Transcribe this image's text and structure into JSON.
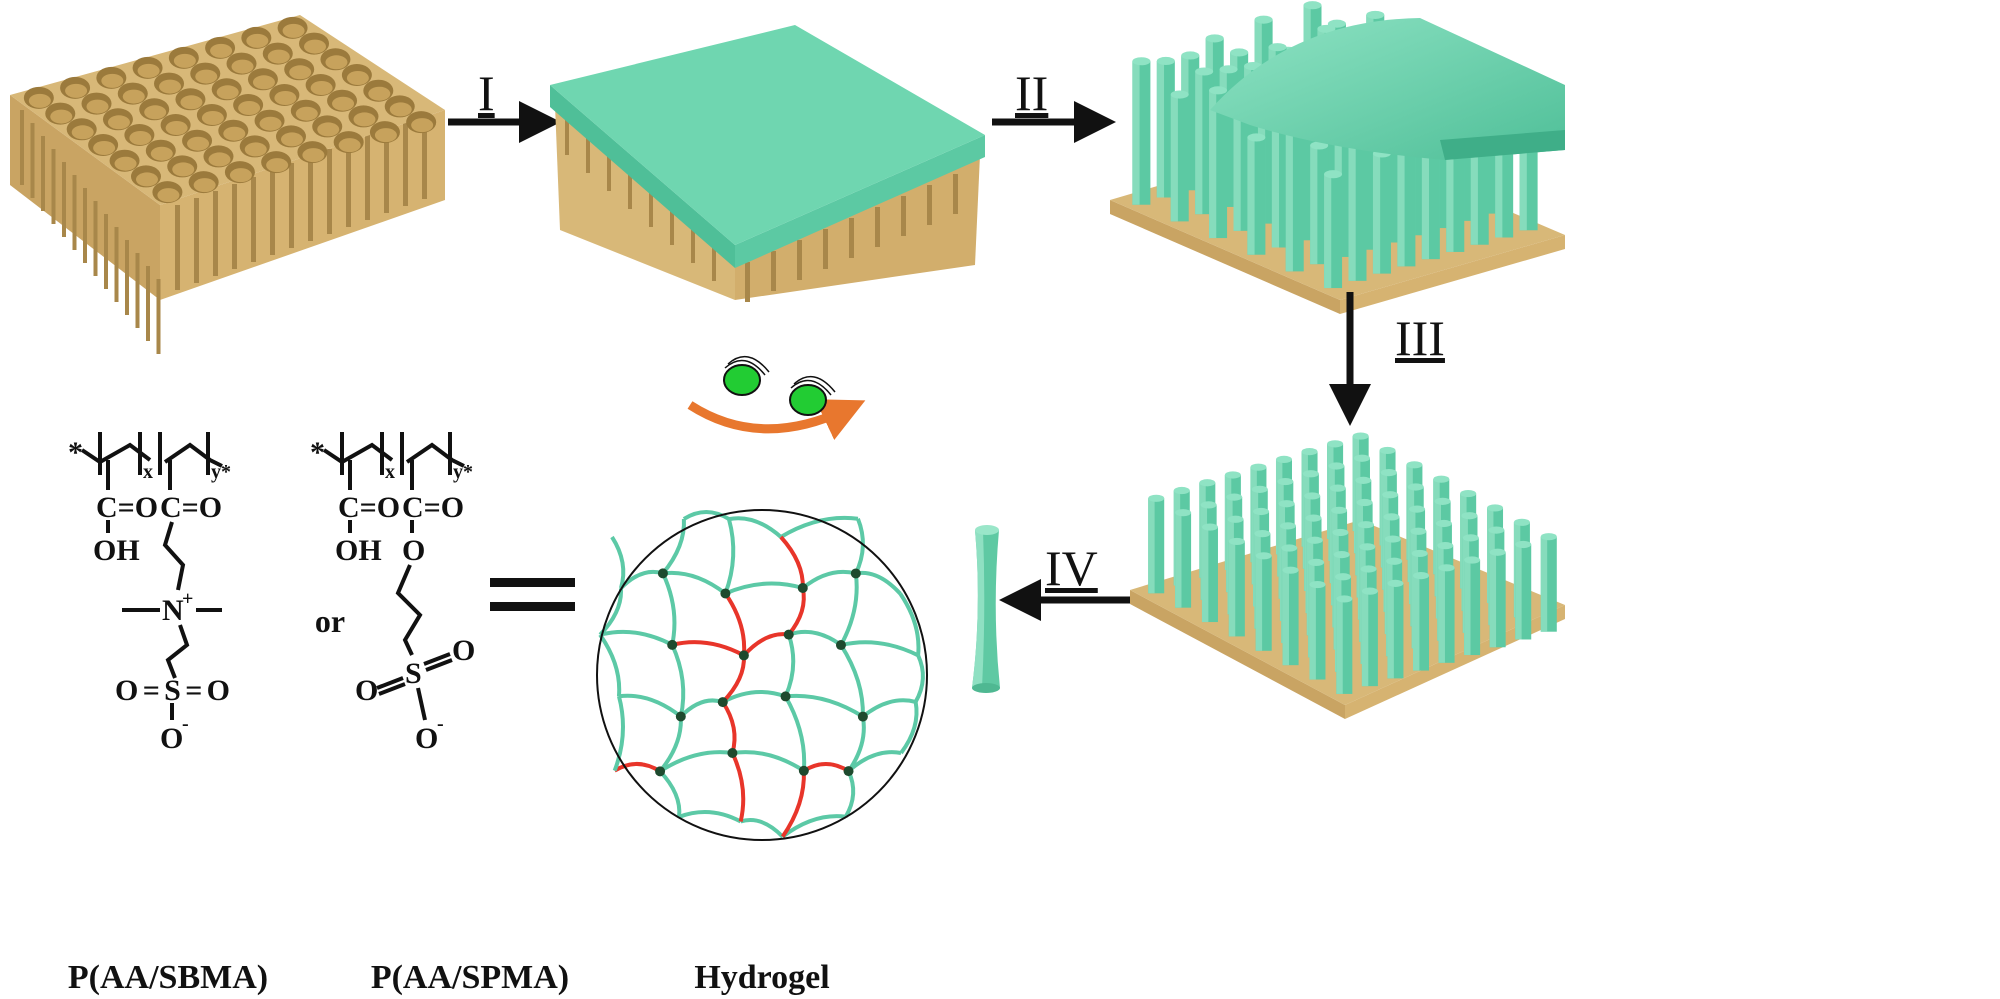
{
  "steps": [
    {
      "label": "I"
    },
    {
      "label": "II"
    },
    {
      "label": "III"
    },
    {
      "label": "IV"
    }
  ],
  "structures": {
    "sbma": {
      "name": "P(AA/SBMA)",
      "star_left": "*",
      "x": "x",
      "y_star": "y*",
      "co1": "C=O",
      "oh": "OH",
      "co2": "C=O",
      "n": "N",
      "plus": "+",
      "so3": "O=S=O",
      "o_minus": "O",
      "minus": "-"
    },
    "or_label": "or",
    "spma": {
      "name": "P(AA/SPMA)",
      "star_left": "*",
      "x": "x",
      "y_star": "y*",
      "co1": "C=O",
      "oh": "OH",
      "co2": "C=O",
      "o": "O",
      "s": "S",
      "o_left": "O",
      "o_right": "O",
      "o_minus": "O",
      "minus": "-"
    }
  },
  "hydrogel_label": "Hydrogel",
  "colors": {
    "template_tan": "#d8b878",
    "polymer_green": "#6fd6b0",
    "network_green": "#5cc9a6",
    "network_red": "#e8352a",
    "node": "#1e4a2e",
    "arrow_orange": "#e8772e",
    "cell_green": "#22cc33"
  }
}
